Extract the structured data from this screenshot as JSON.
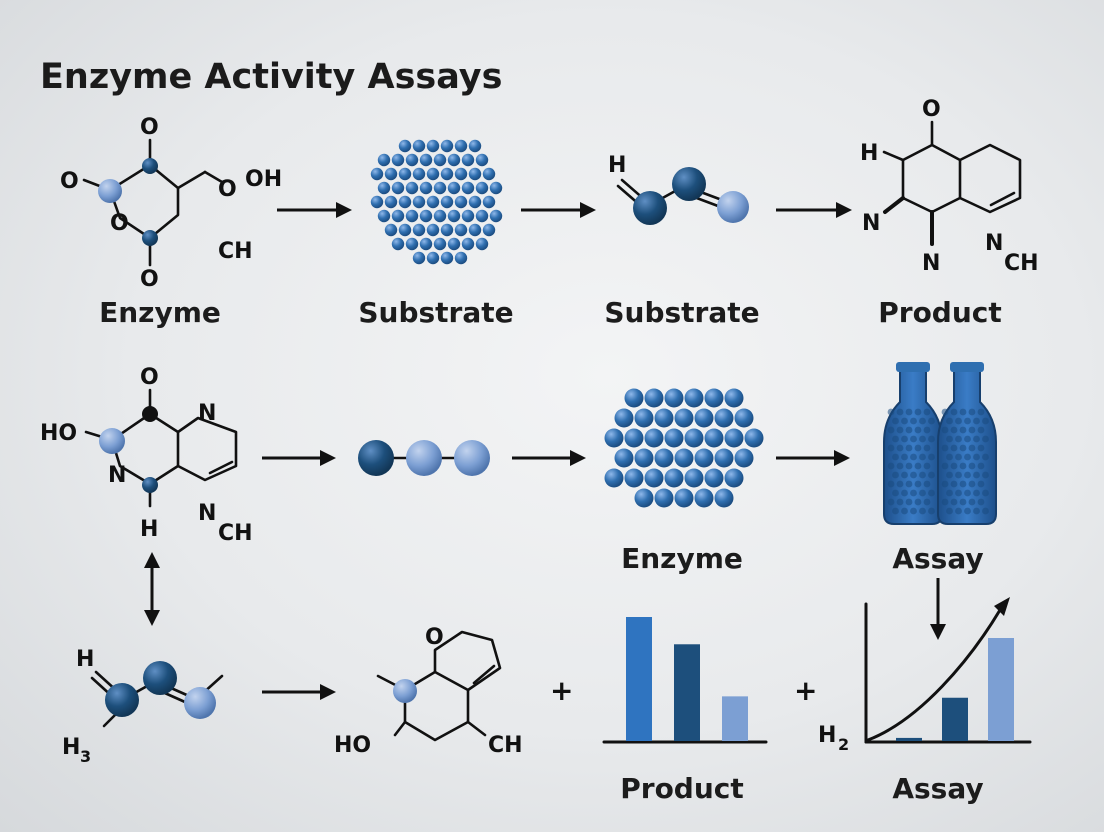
{
  "title": "Enzyme Activity Assays",
  "labels": {
    "row1_enzyme": "Enzyme",
    "row1_substrate_a": "Substrate",
    "row1_substrate_b": "Substrate",
    "row1_product": "Product",
    "row2_enzyme": "Enzyme",
    "row2_assay": "Assay",
    "row3_product": "Product",
    "row3_assay": "Assay"
  },
  "atoms": {
    "m1_o_top": "O",
    "m1_o_left": "O",
    "m1_o_ring": "O",
    "m1_o_bottom": "O",
    "m1_o_side": "O",
    "m1_oh": "OH",
    "m1_ch": "CH",
    "m2_h": "H",
    "m3_o": "O",
    "m3_h": "H",
    "m3_n_left": "N",
    "m3_n_bottom": "N",
    "m3_n_ch": "N",
    "m3_ch": "CH",
    "m4_o": "O",
    "m4_n": "N",
    "m4_ho": "HO",
    "m4_n_left": "N",
    "m4_h": "H",
    "m4_n_ch": "N",
    "m4_ch": "CH",
    "m5_h": "H",
    "m5_h3": "H",
    "m5_h3_sub": "3",
    "m6_o": "O",
    "m6_ho": "HO",
    "m6_ch": "CH",
    "plus_1": "+",
    "plus_2": "+",
    "h2": "H",
    "h2_sub": "2"
  },
  "colors": {
    "dark_blue": "#1d4f7c",
    "mid_blue": "#2f6fb0",
    "light_blue": "#7c9fd3",
    "text": "#1c1c1c"
  },
  "chart_data": [
    {
      "type": "bar",
      "categories": [
        "",
        "",
        ""
      ],
      "values": [
        1.0,
        0.78,
        0.36
      ],
      "colors": [
        "#2f74c0",
        "#1d4f7c",
        "#7c9fd3"
      ],
      "ylim": [
        0,
        1
      ],
      "xlabel": "",
      "ylabel": "",
      "grid": false
    },
    {
      "type": "bar",
      "categories": [
        "",
        "",
        ""
      ],
      "values": [
        0.03,
        0.42,
        1.0
      ],
      "colors": [
        "#1d4f7c",
        "#1d4f7c",
        "#7c9fd3"
      ],
      "ylim": [
        0,
        1
      ],
      "xlabel": "",
      "ylabel": "",
      "grid": false,
      "trend_arrow": "increasing"
    }
  ]
}
